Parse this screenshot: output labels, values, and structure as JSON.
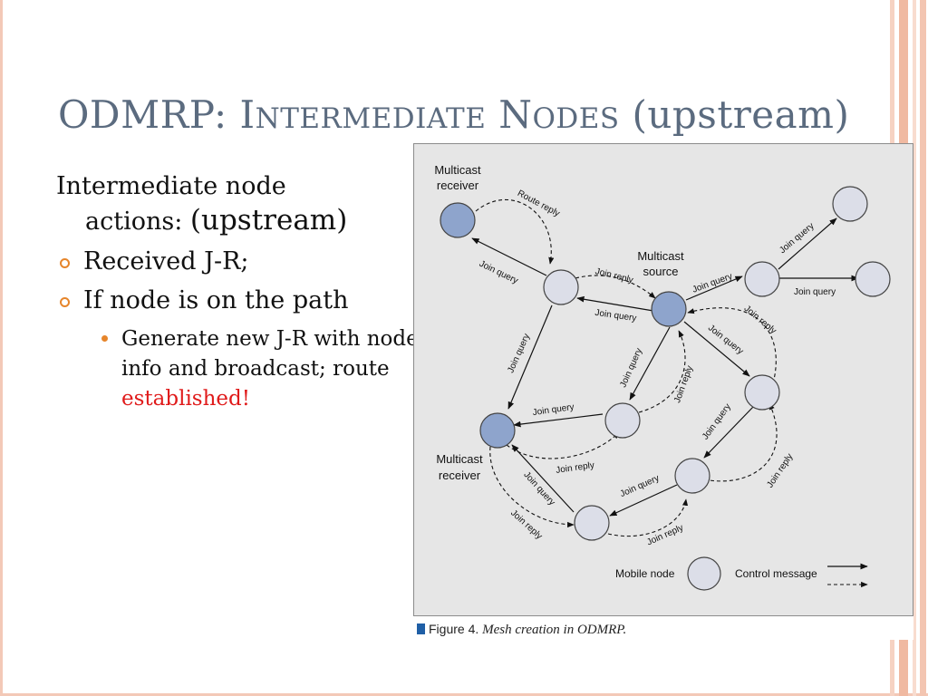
{
  "theme": {
    "title_color": "#5b6b7f",
    "bullet_color": "#e6852b",
    "highlight_color": "#e01b1b",
    "node_fill": "#dcdee8",
    "special_node_fill": "#8ea4cc",
    "stripe_colors": [
      "#f6d2c2",
      "#f0b9a1",
      "#f8dccf"
    ]
  },
  "slide": {
    "title_prefix": "ODMRP: ",
    "title_words": [
      {
        "cap": "I",
        "rest": "NTERMEDIATE"
      },
      {
        "cap": "N",
        "rest": "ODES"
      }
    ],
    "title_suffix": "(upstream)"
  },
  "body": {
    "line1": "Intermediate node",
    "line2_text": "actions: ",
    "line2_paren": "(upstream)",
    "bullets": [
      "Received J-R;",
      "If node is on the path"
    ],
    "sub_bullet_prefix": "Generate new J-R with node info and broadcast; route ",
    "sub_bullet_highlight": "established!"
  },
  "figure": {
    "caption_label": "Figure 4.",
    "caption_text": "Mesh creation in ODMRP.",
    "node_labels": {
      "receiver_top": [
        "Multicast",
        "receiver"
      ],
      "source": [
        "Multicast",
        "source"
      ],
      "receiver_bottom": [
        "Multicast",
        "receiver"
      ]
    },
    "legend": {
      "node_label": "Mobile node",
      "message_label": "Control message"
    },
    "edges": [
      {
        "id": "e-rt-a",
        "text": "Route reply"
      },
      {
        "id": "e-a-rt",
        "text": "Join query"
      },
      {
        "id": "e-a-s",
        "text": "Join reply"
      },
      {
        "id": "e-s-a",
        "text": "Join query"
      },
      {
        "id": "e-s-f",
        "text": "Join query"
      },
      {
        "id": "e-f-g",
        "text": "Join query"
      },
      {
        "id": "e-f-h",
        "text": "Join query"
      },
      {
        "id": "e-c-s",
        "text": "Join reply"
      },
      {
        "id": "e-s-c",
        "text": "Join query"
      },
      {
        "id": "e-a-rb",
        "text": "Join query"
      },
      {
        "id": "e-s-b",
        "text": "Join query"
      },
      {
        "id": "e-b-s",
        "text": "Join reply"
      },
      {
        "id": "e-b-rb",
        "text": "Join query"
      },
      {
        "id": "e-rb-b",
        "text": "Join reply"
      },
      {
        "id": "e-c-d",
        "text": "Join query"
      },
      {
        "id": "e-d-c",
        "text": "Join reply"
      },
      {
        "id": "e-d-e",
        "text": "Join query"
      },
      {
        "id": "e-e-d",
        "text": "Join reply"
      },
      {
        "id": "e-e-rb",
        "text": "Join query"
      },
      {
        "id": "e-rb-e",
        "text": "Join reply"
      }
    ]
  }
}
